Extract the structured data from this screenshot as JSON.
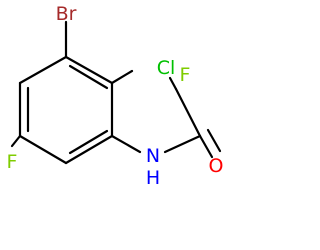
{
  "molecule": {
    "atoms": {
      "br": {
        "label": "Br",
        "color": "#a52a2a"
      },
      "cl": {
        "label": "Cl",
        "color": "#00c000"
      },
      "f_top": {
        "label": "F",
        "color": "#7fcc00"
      },
      "f_left": {
        "label": "F",
        "color": "#7fcc00"
      },
      "n": {
        "label": "N",
        "color": "#0000ff"
      },
      "h": {
        "label": "H",
        "color": "#0000ff"
      },
      "o": {
        "label": "O",
        "color": "#ff0000"
      }
    },
    "bond_color": "#000000"
  }
}
